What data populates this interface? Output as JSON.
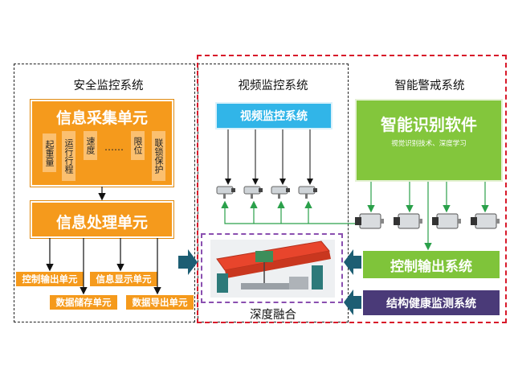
{
  "sections": {
    "safety": "安全监控系统",
    "video": "视频监控系统",
    "smart": "智能警戒系统"
  },
  "collect": {
    "title": "信息采集单元",
    "items": [
      "起重量",
      "运行行程",
      "速度",
      "限位",
      "联锁保护"
    ],
    "ellipsis": "……"
  },
  "process": {
    "title": "信息处理单元"
  },
  "outputs": [
    "控制输出单元",
    "信息显示单元",
    "数据储存单元",
    "数据导出单元"
  ],
  "video_box": "视频监控系统",
  "smart_box": {
    "title": "智能识别软件",
    "subtitle": "视觉识别技术、深度学习"
  },
  "control_box": "控制输出系统",
  "health_box": "结构健康监测系统",
  "fusion_label": "深度融合",
  "colors": {
    "orange": "#f59a1c",
    "blue": "#31b5e8",
    "green": "#7fc43a",
    "purple": "#4a3a78",
    "red_frame": "#d8192a",
    "teal_arrow": "#1d5e73"
  }
}
